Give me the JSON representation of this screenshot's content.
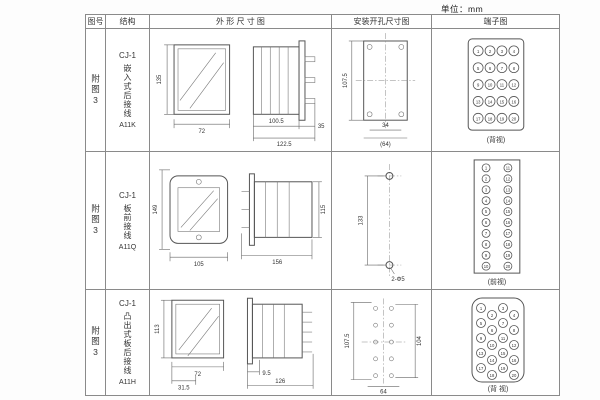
{
  "unit": "单位：mm",
  "colors": {
    "table_border": "#8a8a8a",
    "drawing_line": "#555555"
  },
  "headers": {
    "fig": "图号",
    "structure": "结构",
    "outline": "外 形 尺 寸 图",
    "mounting": "安装开孔尺寸图",
    "terminal": "端子图"
  },
  "rows": [
    {
      "fig": "附图3",
      "model": "CJ-1",
      "structure_text": "嵌入式后接线",
      "code": "A11K",
      "outline": {
        "front_h": "135",
        "front_w": "72",
        "body_l": "100.5",
        "total_l": "122.5",
        "flange_d": "35"
      },
      "mount": {
        "height": "107.5",
        "hole_span": "34",
        "overall": "(64)"
      },
      "terminal": {
        "view": "(背视)",
        "numbers": [
          1,
          2,
          3,
          4,
          5,
          6,
          7,
          8,
          9,
          10,
          11,
          12,
          13,
          14,
          15,
          16,
          17,
          18,
          19,
          20
        ]
      }
    },
    {
      "fig": "附图3",
      "model": "CJ-1",
      "structure_text": "板前接线",
      "code": "A11Q",
      "outline": {
        "front_h": "149",
        "front_w": "105",
        "total_l": "156",
        "side_h": "115"
      },
      "mount": {
        "hole_span": "133",
        "hole_label": "2-Φ5"
      },
      "terminal": {
        "view": "(前视)",
        "numbers": [
          1,
          11,
          2,
          12,
          3,
          13,
          4,
          14,
          5,
          15,
          6,
          16,
          7,
          17,
          8,
          18,
          9,
          19,
          10,
          20
        ]
      }
    },
    {
      "fig": "附图3",
      "model": "CJ-1",
      "structure_text": "凸出式板后接线",
      "code": "A11H",
      "outline": {
        "front_h": "113",
        "front_w": "72",
        "offset": "31.5",
        "pin_l": "9.5",
        "total_l": "126"
      },
      "mount": {
        "height": "107.5",
        "height2": "104",
        "width": "64"
      },
      "terminal": {
        "view": "(背 视)",
        "numbers": [
          1,
          2,
          3,
          4,
          5,
          6,
          7,
          8,
          9,
          10,
          11,
          12,
          13,
          14,
          15,
          16,
          17,
          18,
          19,
          20
        ]
      }
    }
  ]
}
